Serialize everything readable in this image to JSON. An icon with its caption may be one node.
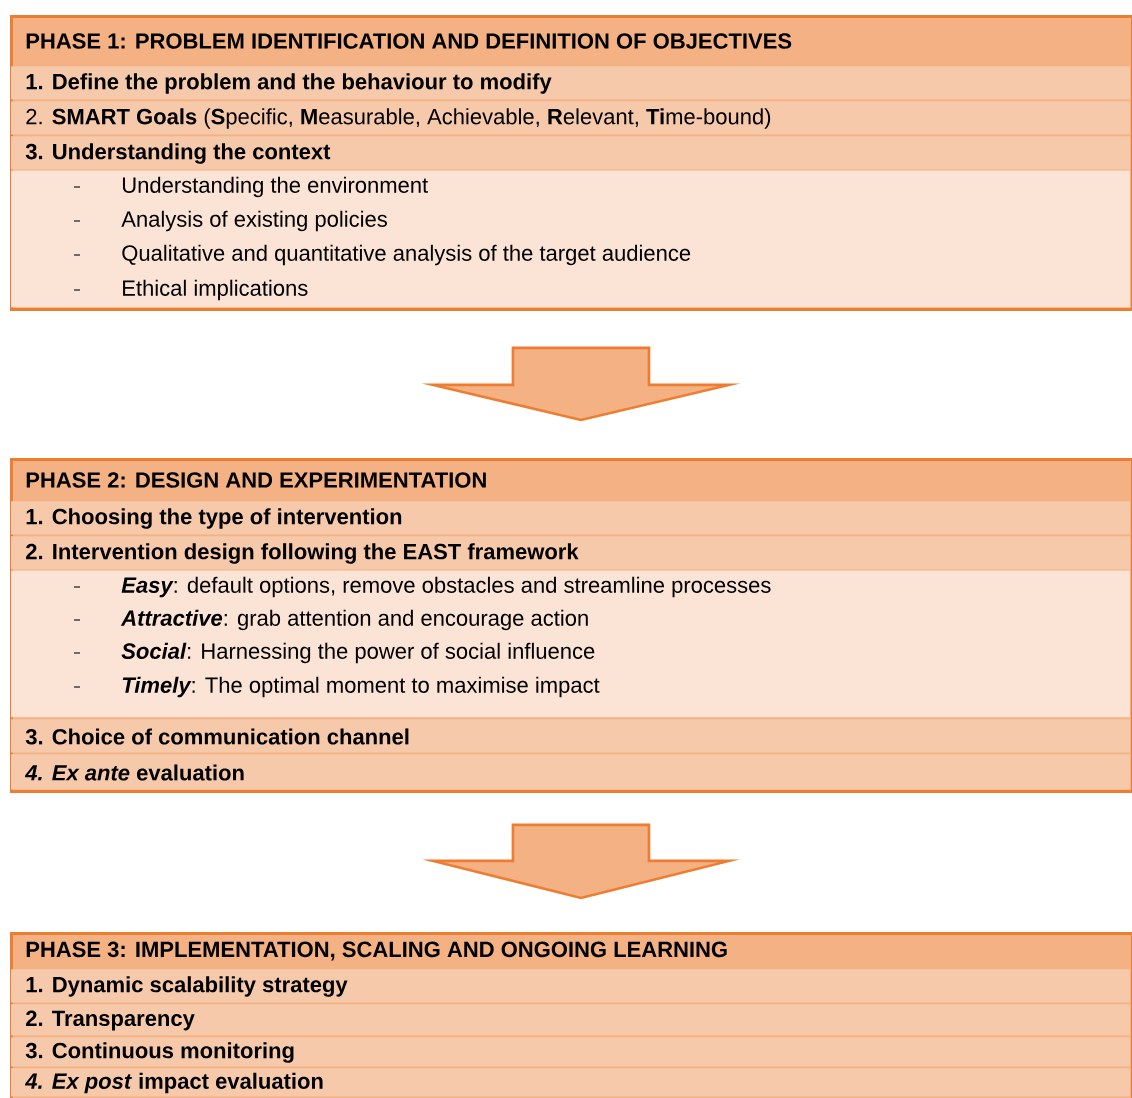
{
  "diagram": {
    "nodes": [
      {
        "text": [
          "PHASE 1: PROBLEM IDENTIFICATION AND DEFINITION OF OBJECTIVES"
        ]
      },
      {
        "text": [
          "1. Define the problem and the behaviour to modify"
        ],
        "in": 0
      },
      {
        "text": [
          "2. **SMART Goals** (**S**pecific, **M**easurable, Achievable, **R**elevant, **Ti**me-bound)"
        ],
        "in": 0
      },
      {
        "text": [
          "3. Understanding the context",
          "Understanding the environment",
          "Analysis of existing policies",
          "Qualitative and quantitative analysis of the target audience",
          "Ethical implications"
        ],
        "in": 0
      },
      {
        "text": [
          "PHASE 2: DESIGN AND EXPERIMENTATION"
        ]
      },
      {
        "text": [
          "1. Choosing the type of intervention"
        ],
        "in": 4
      },
      {
        "text": [
          "2. Intervention design following the EAST framework",
          "**Easy**: default options, remove obstacles and streamline processes",
          "**Attractive**: grab attention and encourage action",
          "**Social**: Harnessing the power of social influence",
          "**Timely**: The optimal moment to maximise impact"
        ],
        "in": 4
      },
      {
        "text": [
          "3. Choice of communication channel"
        ],
        "in": 4
      },
      {
        "text": [
          "*4. Ex ante* evaluation"
        ],
        "in": 4
      },
      {
        "text": [
          "PHASE 3: IMPLEMENTATION, SCALING AND ONGOING LEARNING"
        ]
      },
      {
        "text": [
          "1. Dynamic scalability strategy"
        ],
        "in": 9
      },
      {
        "text": [
          "2. Transparency"
        ],
        "in": 9
      },
      {
        "text": [
          "3. Continuous monitoring"
        ],
        "in": 9
      },
      {
        "text": [
          "*4. Ex post* impact evaluation"
        ],
        "in": 9
      }
    ],
    "edges": [
      {
        "from": 0,
        "to": 4,
        "arrow": "to"
      },
      {
        "from": 4,
        "to": 9,
        "arrow": "to"
      }
    ]
  }
}
